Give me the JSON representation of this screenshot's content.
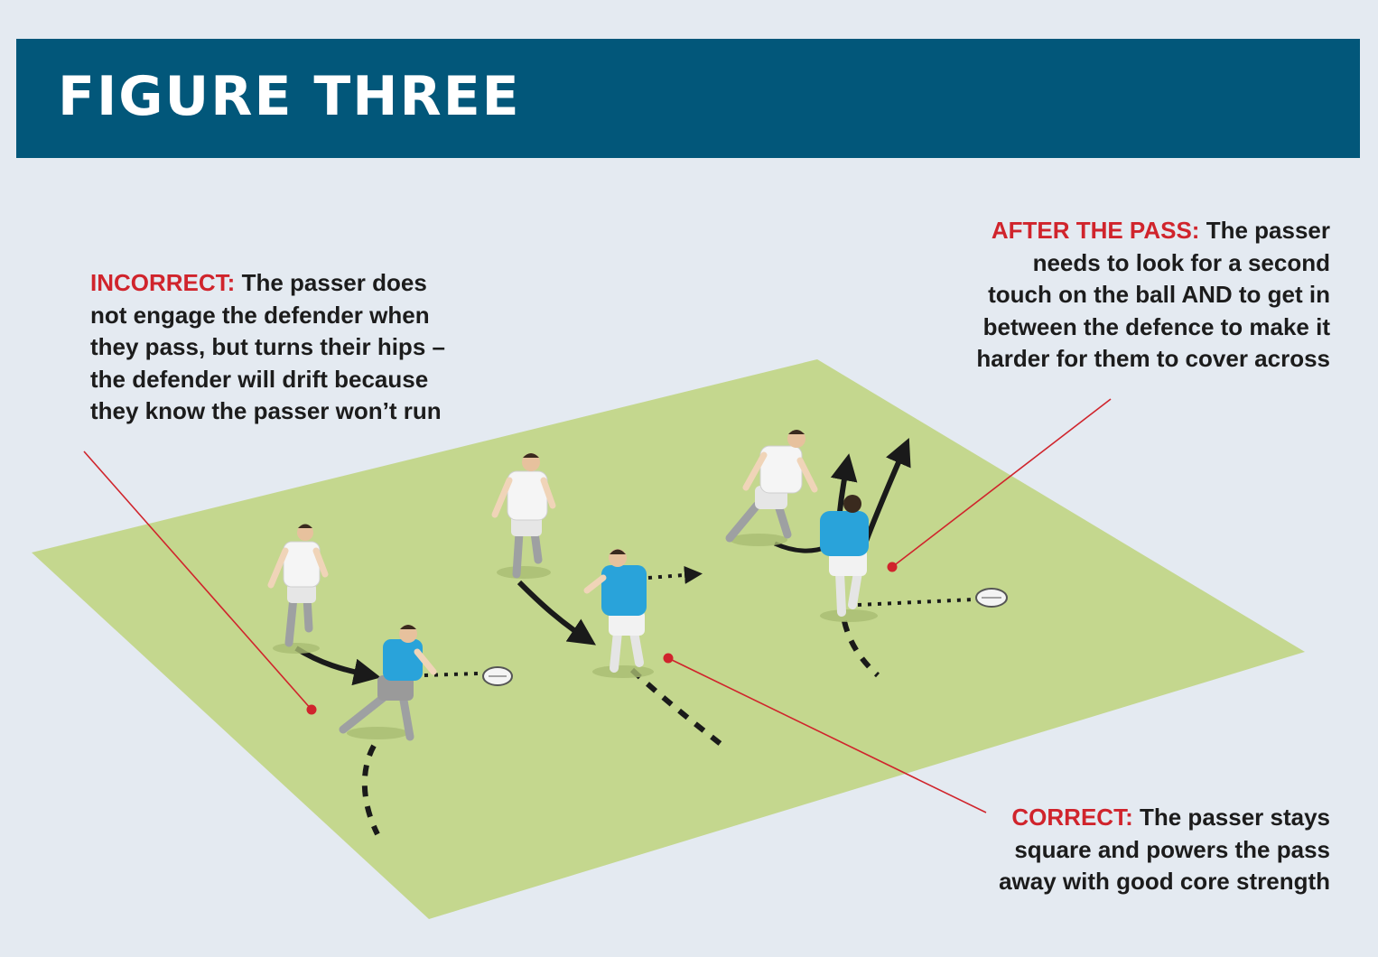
{
  "header": {
    "title": "FIGURE THREE"
  },
  "notes": {
    "incorrect": {
      "keyword": "INCORRECT:",
      "lines": [
        "The passer does",
        "not engage the defender when",
        "they pass, but turns their hips –",
        "the defender will drift because",
        "they know the passer won’t run"
      ]
    },
    "after": {
      "keyword": "AFTER THE PASS:",
      "lines": [
        "The passer",
        "needs to look for a second",
        "touch on the ball AND to get in",
        "between the defence to make it",
        "harder for them to cover across"
      ]
    },
    "correct": {
      "keyword": "CORRECT:",
      "lines": [
        "The passer stays",
        "square and powers the pass",
        "away with good core strength"
      ]
    }
  },
  "colors": {
    "header_bg": "#02577a",
    "pitch": "#c4d78e",
    "attacker_shirt": "#29a3da",
    "defender_shirt": "#f5f5f5",
    "callout_keyword": "#d0242c",
    "callout_line": "#d0242c"
  },
  "players": {
    "attackers": [
      "blue-player-1",
      "blue-player-2",
      "blue-player-3"
    ],
    "defenders": [
      "white-player-1",
      "white-player-2",
      "white-player-3"
    ]
  }
}
